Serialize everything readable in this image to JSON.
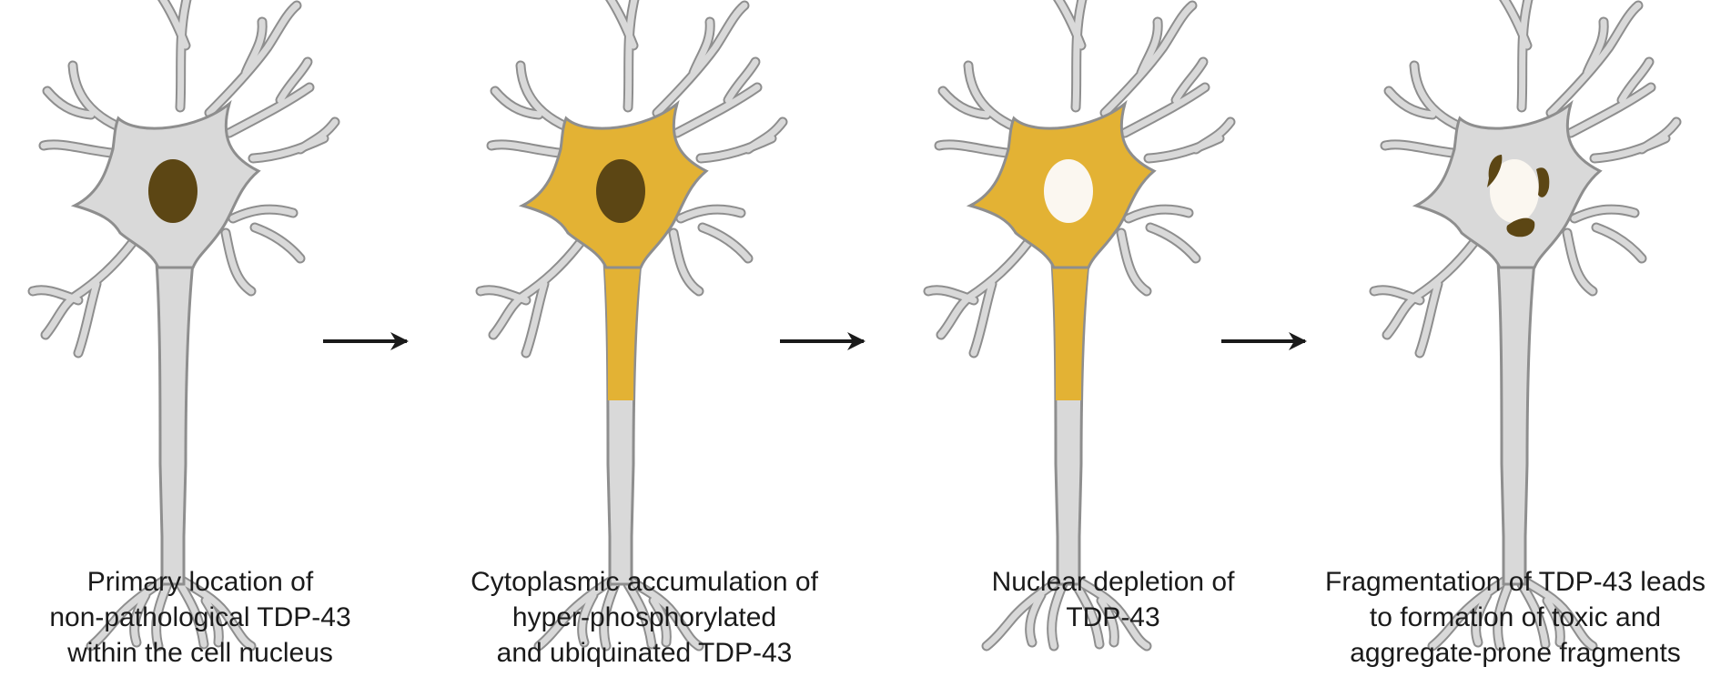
{
  "stages": [
    {
      "id": "normal",
      "cytoplasm_color": "#d9d9d9",
      "nucleus_color": "#5c4614",
      "axon_fill": "none",
      "aggregates": false,
      "caption_lines": [
        "Primary location of",
        "non-pathological TDP-43",
        "within the cell nucleus"
      ]
    },
    {
      "id": "cytoplasmic-accumulation",
      "cytoplasm_color": "#e3b234",
      "nucleus_color": "#5c4614",
      "axon_fill": "upper",
      "aggregates": false,
      "caption_lines": [
        "Cytoplasmic accumulation of",
        "hyper-phosphorylated",
        "and ubiquinated TDP-43"
      ]
    },
    {
      "id": "nuclear-depletion",
      "cytoplasm_color": "#e3b234",
      "nucleus_color": "#fbf7f0",
      "axon_fill": "upper",
      "aggregates": false,
      "caption_lines": [
        "Nuclear depletion of",
        "TDP-43"
      ]
    },
    {
      "id": "fragmentation",
      "cytoplasm_color": "#d9d9d9",
      "nucleus_color": "#fbf7f0",
      "axon_fill": "none",
      "aggregates": true,
      "aggregate_color": "#5c4614",
      "caption_lines": [
        "Fragmentation of TDP-43 leads",
        "to formation of toxic and",
        "aggregate-prone fragments"
      ]
    }
  ],
  "colors": {
    "outline": "#8e8e8e",
    "neuron_fill": "#d9d9d9",
    "arrow": "#1a1a1a"
  }
}
